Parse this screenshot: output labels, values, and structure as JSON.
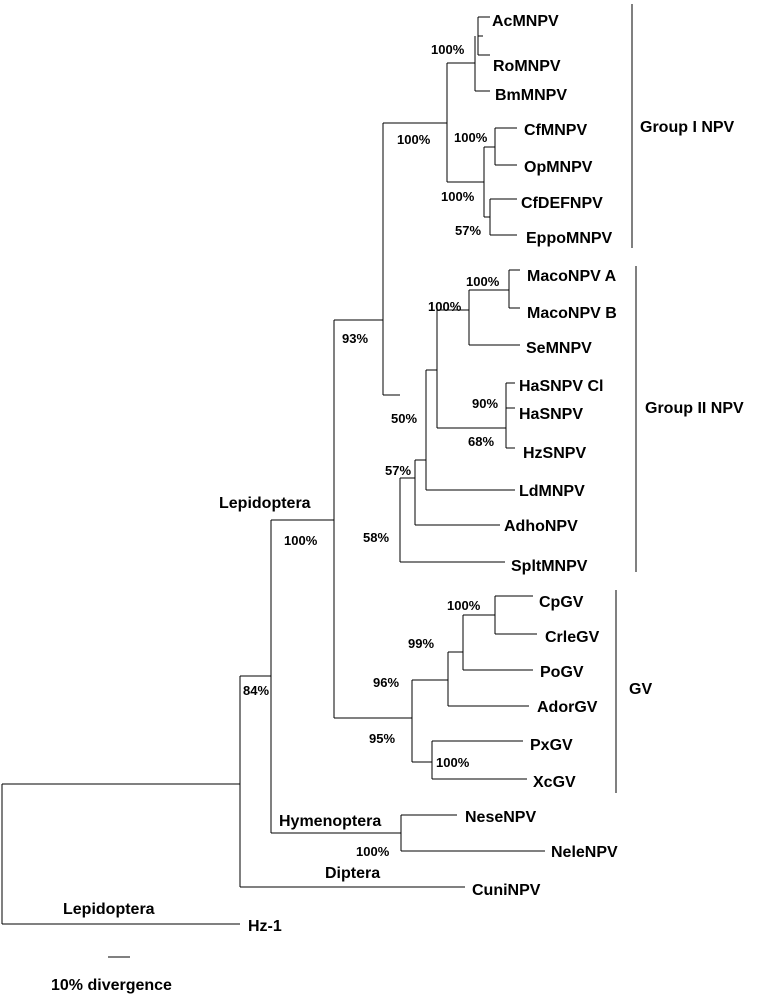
{
  "tree": {
    "taxa": {
      "acmnpv": "AcMNPV",
      "romnpv": "RoMNPV",
      "bmmnpv": "BmMNPV",
      "cfmnpv": "CfMNPV",
      "opmnpv": "OpMNPV",
      "cfdefnpv": "CfDEFNPV",
      "eppomnpv": "EppoMNPV",
      "maconpv_a": "MacoNPV A",
      "maconpv_b": "MacoNPV B",
      "semnpv": "SeMNPV",
      "hasnpv_cl": "HaSNPV Cl",
      "hasnpv": "HaSNPV",
      "hzsnpv": "HzSNPV",
      "ldmnpv": "LdMNPV",
      "adhonpv": "AdhoNPV",
      "spltmnpv": "SpltMNPV",
      "cpgv": "CpGV",
      "crlegv": "CrleGV",
      "pogv": "PoGV",
      "adorgv": "AdorGV",
      "pxgv": "PxGV",
      "xcgv": "XcGV",
      "nesenpv": "NeseNPV",
      "nelenpv": "NeleNPV",
      "cuninpv": "CuniNPV",
      "hz1": "Hz-1"
    },
    "support": {
      "ac_ro": "100%",
      "group1": "100%",
      "cf_op": "100%",
      "cfop_cfdefeppo": "100%",
      "cfdef_eppo": "57%",
      "maco": "100%",
      "maco_se": "100%",
      "ha_hz": "90%",
      "hasnpv_hz": "68%",
      "maco_ha": "50%",
      "ld_clade": "57%",
      "splt_clade": "58%",
      "npv": "93%",
      "cp_crle": "100%",
      "cp_po": "99%",
      "cp_ador": "96%",
      "gv": "95%",
      "px_xc": "100%",
      "lepidoptera": "100%",
      "nese_nele": "100%",
      "ingroup": "84%"
    },
    "orders": {
      "lepidoptera_upper": "Lepidoptera",
      "hymenoptera": "Hymenoptera",
      "diptera": "Diptera",
      "lepidoptera_lower": "Lepidoptera"
    },
    "groups": {
      "group1": "Group I NPV",
      "group2": "Group II NPV",
      "gv": "GV"
    },
    "scale_bar_label": "10% divergence"
  }
}
